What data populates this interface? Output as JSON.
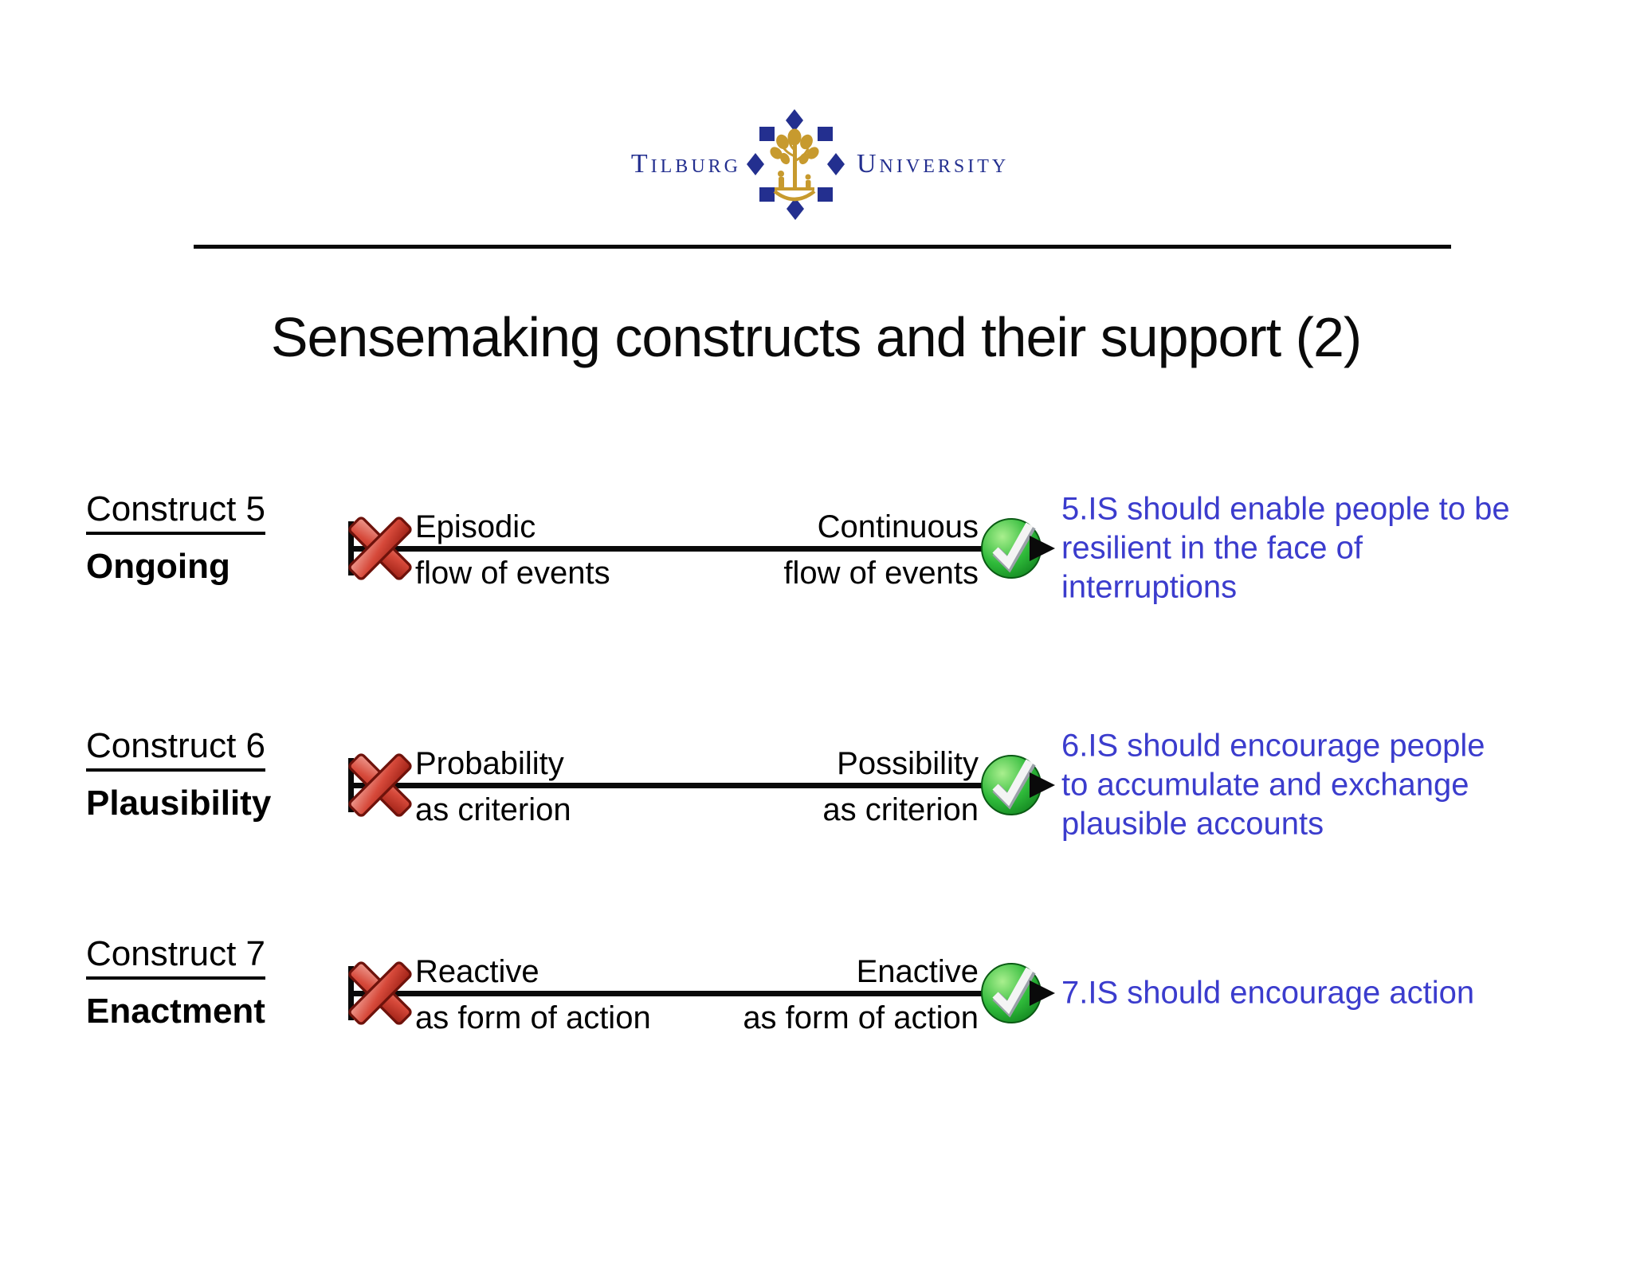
{
  "logo": {
    "left_word": "Tilburg",
    "right_word": "University",
    "emblem": "tilburg-university-tree-crest"
  },
  "title": "Sensemaking constructs and their support (2)",
  "rows": [
    {
      "construct": "Construct 5",
      "dimension": "Ongoing",
      "left_top": "Episodic",
      "left_bottom": "flow of events",
      "right_top": "Continuous",
      "right_bottom": "flow of events",
      "support": "5.IS should enable people to be\nresilient in the face of\ninterruptions"
    },
    {
      "construct": "Construct 6",
      "dimension": "Plausibility",
      "left_top": "Probability",
      "left_bottom": "as criterion",
      "right_top": "Possibility",
      "right_bottom": "as criterion",
      "support": "6.IS should encourage people\nto accumulate and exchange\nplausible accounts"
    },
    {
      "construct": "Construct 7",
      "dimension": "Enactment",
      "left_top": "Reactive",
      "left_bottom": "as form of action",
      "right_top": "Enactive",
      "right_bottom": "as form of action",
      "support": "7.IS should encourage action"
    }
  ],
  "icons": {
    "reject": "red-x-icon",
    "accept": "green-check-icon",
    "arrow": "arrow-right-head"
  },
  "colors": {
    "support_text": "#3b3ccd",
    "logo_navy": "#232f8f",
    "logo_gold": "#c79a2e",
    "reject_red": "#c0392b",
    "accept_green": "#2fba3a",
    "line_black": "#0a0a0a"
  }
}
